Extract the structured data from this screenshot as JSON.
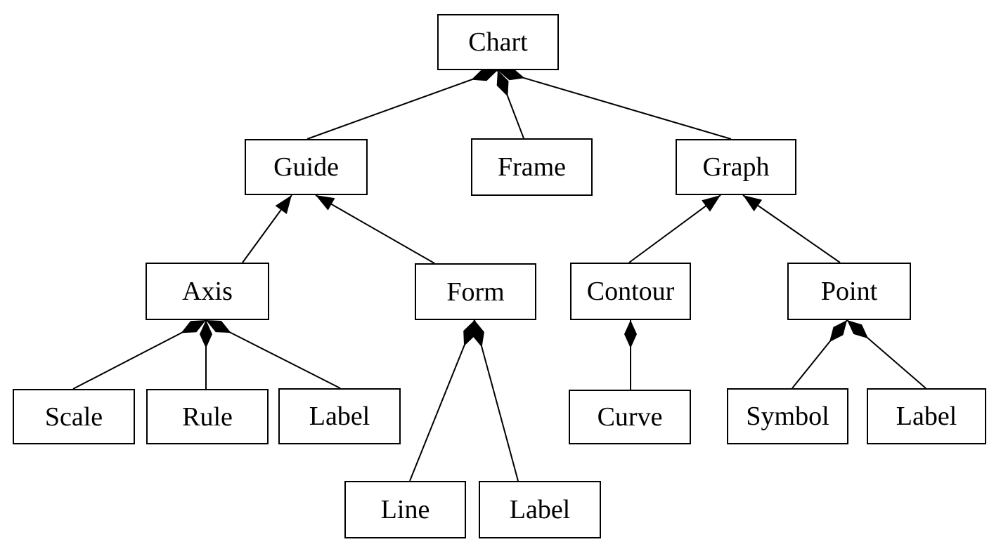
{
  "diagram": {
    "description": "Class hierarchy diagram of a Chart, with UML filled-diamond aggregation markers and filled arrowheads",
    "colors": {
      "background": "#ffffff",
      "line": "#000000",
      "box_border": "#000000",
      "text": "#000000"
    },
    "nodes": {
      "chart": {
        "label": "Chart"
      },
      "guide": {
        "label": "Guide"
      },
      "frame": {
        "label": "Frame"
      },
      "graph": {
        "label": "Graph"
      },
      "axis": {
        "label": "Axis"
      },
      "form": {
        "label": "Form"
      },
      "contour": {
        "label": "Contour"
      },
      "point": {
        "label": "Point"
      },
      "scale": {
        "label": "Scale"
      },
      "rule": {
        "label": "Rule"
      },
      "axis_label": {
        "label": "Label"
      },
      "curve": {
        "label": "Curve"
      },
      "symbol": {
        "label": "Symbol"
      },
      "point_label": {
        "label": "Label"
      },
      "line": {
        "label": "Line"
      },
      "form_label": {
        "label": "Label"
      }
    },
    "edges": [
      {
        "parent": "chart",
        "child": "guide",
        "marker": "filled-diamond",
        "parent_anchor": [
          708,
          100
        ],
        "child_anchor": [
          437,
          198
        ]
      },
      {
        "parent": "chart",
        "child": "frame",
        "marker": "filled-diamond",
        "parent_anchor": [
          708,
          100
        ],
        "child_anchor": [
          745,
          197
        ]
      },
      {
        "parent": "chart",
        "child": "graph",
        "marker": "filled-diamond",
        "parent_anchor": [
          708,
          100
        ],
        "child_anchor": [
          1040,
          198
        ]
      },
      {
        "parent": "guide",
        "child": "axis",
        "marker": "filled-arrow",
        "parent_anchor": [
          415,
          278
        ],
        "child_anchor": [
          345,
          374
        ]
      },
      {
        "parent": "guide",
        "child": "form",
        "marker": "filled-arrow",
        "parent_anchor": [
          449,
          278
        ],
        "child_anchor": [
          618,
          375
        ]
      },
      {
        "parent": "graph",
        "child": "contour",
        "marker": "filled-arrow",
        "parent_anchor": [
          1025,
          278
        ],
        "child_anchor": [
          895,
          374
        ]
      },
      {
        "parent": "graph",
        "child": "point",
        "marker": "filled-arrow",
        "parent_anchor": [
          1057,
          278
        ],
        "child_anchor": [
          1195,
          374
        ]
      },
      {
        "parent": "axis",
        "child": "scale",
        "marker": "filled-diamond",
        "parent_anchor": [
          293,
          456
        ],
        "child_anchor": [
          104,
          554
        ]
      },
      {
        "parent": "axis",
        "child": "rule",
        "marker": "filled-diamond",
        "parent_anchor": [
          293,
          456
        ],
        "child_anchor": [
          293,
          554
        ]
      },
      {
        "parent": "axis",
        "child": "axis_label",
        "marker": "filled-diamond",
        "parent_anchor": [
          293,
          456
        ],
        "child_anchor": [
          484,
          553
        ]
      },
      {
        "parent": "form",
        "child": "line",
        "marker": "filled-diamond",
        "parent_anchor": [
          675,
          456
        ],
        "child_anchor": [
          583,
          685
        ]
      },
      {
        "parent": "form",
        "child": "form_label",
        "marker": "filled-diamond",
        "parent_anchor": [
          675,
          456
        ],
        "child_anchor": [
          737,
          685
        ]
      },
      {
        "parent": "contour",
        "child": "curve",
        "marker": "filled-diamond",
        "parent_anchor": [
          897,
          456
        ],
        "child_anchor": [
          897,
          555
        ]
      },
      {
        "parent": "point",
        "child": "symbol",
        "marker": "filled-diamond",
        "parent_anchor": [
          1205,
          456
        ],
        "child_anchor": [
          1127,
          553
        ]
      },
      {
        "parent": "point",
        "child": "point_label",
        "marker": "filled-diamond",
        "parent_anchor": [
          1205,
          456
        ],
        "child_anchor": [
          1317,
          553
        ]
      }
    ],
    "marker_geometry": {
      "diamond_length": 40,
      "diamond_half_width": 9,
      "arrow_length": 26,
      "arrow_half_width": 10,
      "line_width": 2
    }
  }
}
